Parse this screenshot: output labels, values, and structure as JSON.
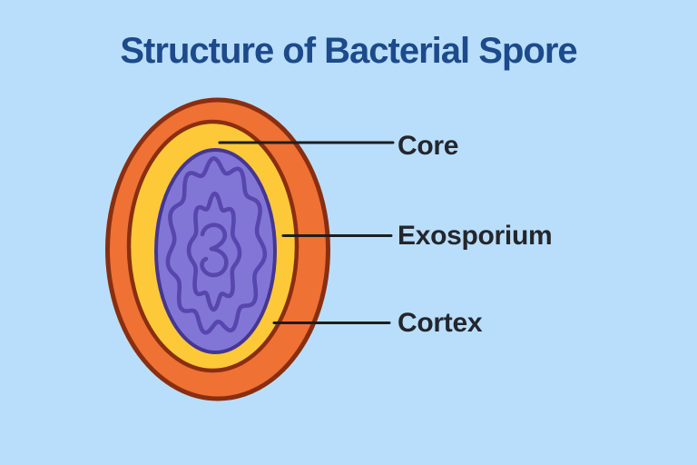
{
  "title": "Structure of Bacterial Spore",
  "labels": {
    "core": "Core",
    "exosporium": "Exosporium",
    "cortex": "Cortex"
  },
  "colors": {
    "background": "#b9defb",
    "title": "#1c4a8b",
    "label_text": "#23262d",
    "exosporium_fill": "#ef7134",
    "exosporium_outline": "#8a2e10",
    "cortex_fill": "#fdc938",
    "core_fill": "#8176d6",
    "core_outline": "#453693",
    "core_pattern": "#5646ad",
    "leader_line": "#1e1e1e"
  }
}
